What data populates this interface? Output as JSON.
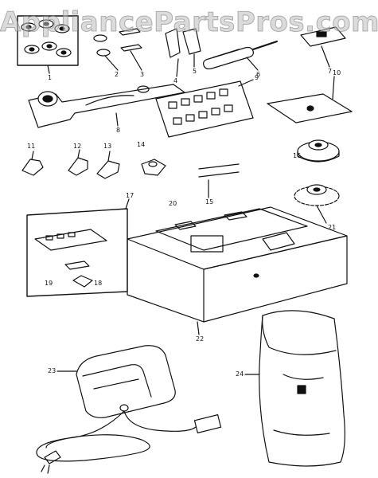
{
  "watermark": "AppliancePartsPros.com",
  "callouts": [
    {
      "id": "c1",
      "text": "1"
    },
    {
      "id": "c2",
      "text": "2"
    },
    {
      "id": "c3",
      "text": "3"
    },
    {
      "id": "c4",
      "text": "4"
    },
    {
      "id": "c5",
      "text": "5"
    },
    {
      "id": "c6",
      "text": "6"
    },
    {
      "id": "c7",
      "text": "7"
    },
    {
      "id": "c8",
      "text": "8"
    },
    {
      "id": "c9",
      "text": "9"
    },
    {
      "id": "c10",
      "text": "10"
    },
    {
      "id": "c11",
      "text": "11"
    },
    {
      "id": "c12",
      "text": "12"
    },
    {
      "id": "c13",
      "text": "13"
    },
    {
      "id": "c14",
      "text": "14"
    },
    {
      "id": "c15",
      "text": "15"
    },
    {
      "id": "c16",
      "text": "16"
    },
    {
      "id": "c17",
      "text": "17"
    },
    {
      "id": "c18",
      "text": "18"
    },
    {
      "id": "c19",
      "text": "19"
    },
    {
      "id": "c20",
      "text": "20"
    },
    {
      "id": "c21",
      "text": "21"
    },
    {
      "id": "c22",
      "text": "22"
    },
    {
      "id": "c23",
      "text": "23"
    },
    {
      "id": "c24",
      "text": "24"
    }
  ]
}
